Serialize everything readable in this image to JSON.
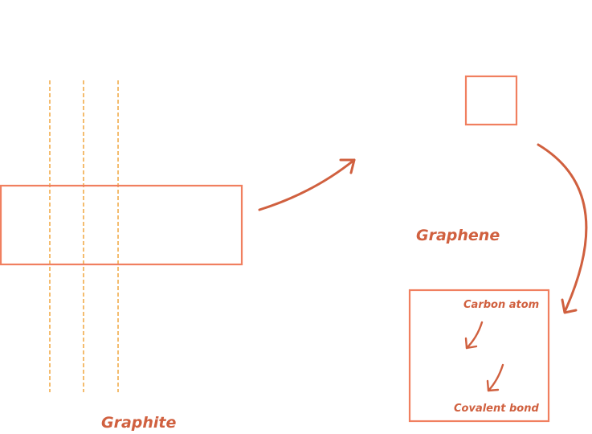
{
  "labels": {
    "graphite": "Graphite",
    "graphene": "Graphene",
    "carbon_atom": "Carbon atom",
    "covalent_bond": "Covalent bond"
  },
  "colors": {
    "box_stroke": "#f07f5f",
    "arrow_stroke": "#d0603f",
    "dashed_line": "#f0a030",
    "label_text": "#d0603f"
  }
}
